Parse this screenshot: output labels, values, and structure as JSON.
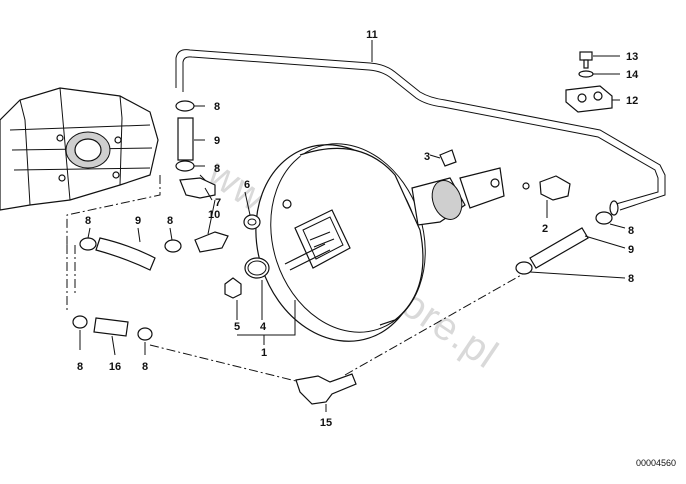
{
  "watermark": "www.BMWstore.pl",
  "catalog_number": "00004560",
  "callouts": {
    "c1": "1",
    "c2": "2",
    "c3": "3",
    "c4": "4",
    "c5": "5",
    "c6": "6",
    "c7": "7",
    "c8_upper_a": "8",
    "c8_upper_b": "8",
    "c8_left_a": "8",
    "c8_left_b": "8",
    "c8_right_a": "8",
    "c8_right_b": "8",
    "c8_bottom_a": "8",
    "c8_bottom_b": "8",
    "c9_upper": "9",
    "c9_left": "9",
    "c9_right": "9",
    "c10": "10",
    "c11": "11",
    "c12": "12",
    "c13": "13",
    "c14": "14",
    "c15": "15",
    "c16": "16"
  }
}
